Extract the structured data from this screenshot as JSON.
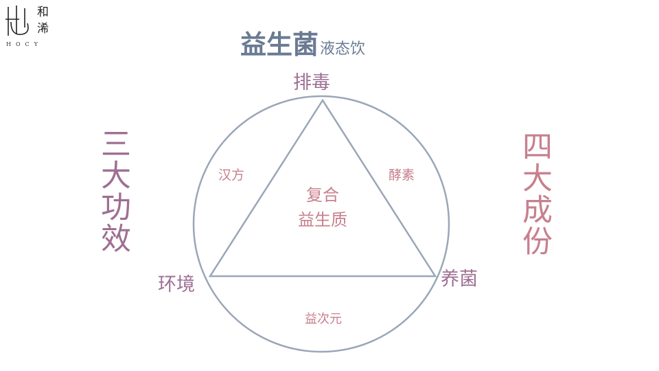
{
  "logo": {
    "chars": [
      "和",
      "浠"
    ],
    "latin": "HOCY"
  },
  "title": {
    "main": "益生菌",
    "sub": "液态饮"
  },
  "left_vertical": "三大功效",
  "right_vertical": "四大成份",
  "triangle_nodes": {
    "top": "排毒",
    "left": "环境",
    "right": "养菌"
  },
  "edge_labels": {
    "left": "汉方",
    "right": "酵素",
    "bottom": "益次元"
  },
  "center": {
    "line1": "复合",
    "line2": "益生质"
  },
  "colors": {
    "title": "#6b7a93",
    "lines": "#9aa6b8",
    "purple": "#9e6f93",
    "pink": "#c7808e"
  }
}
